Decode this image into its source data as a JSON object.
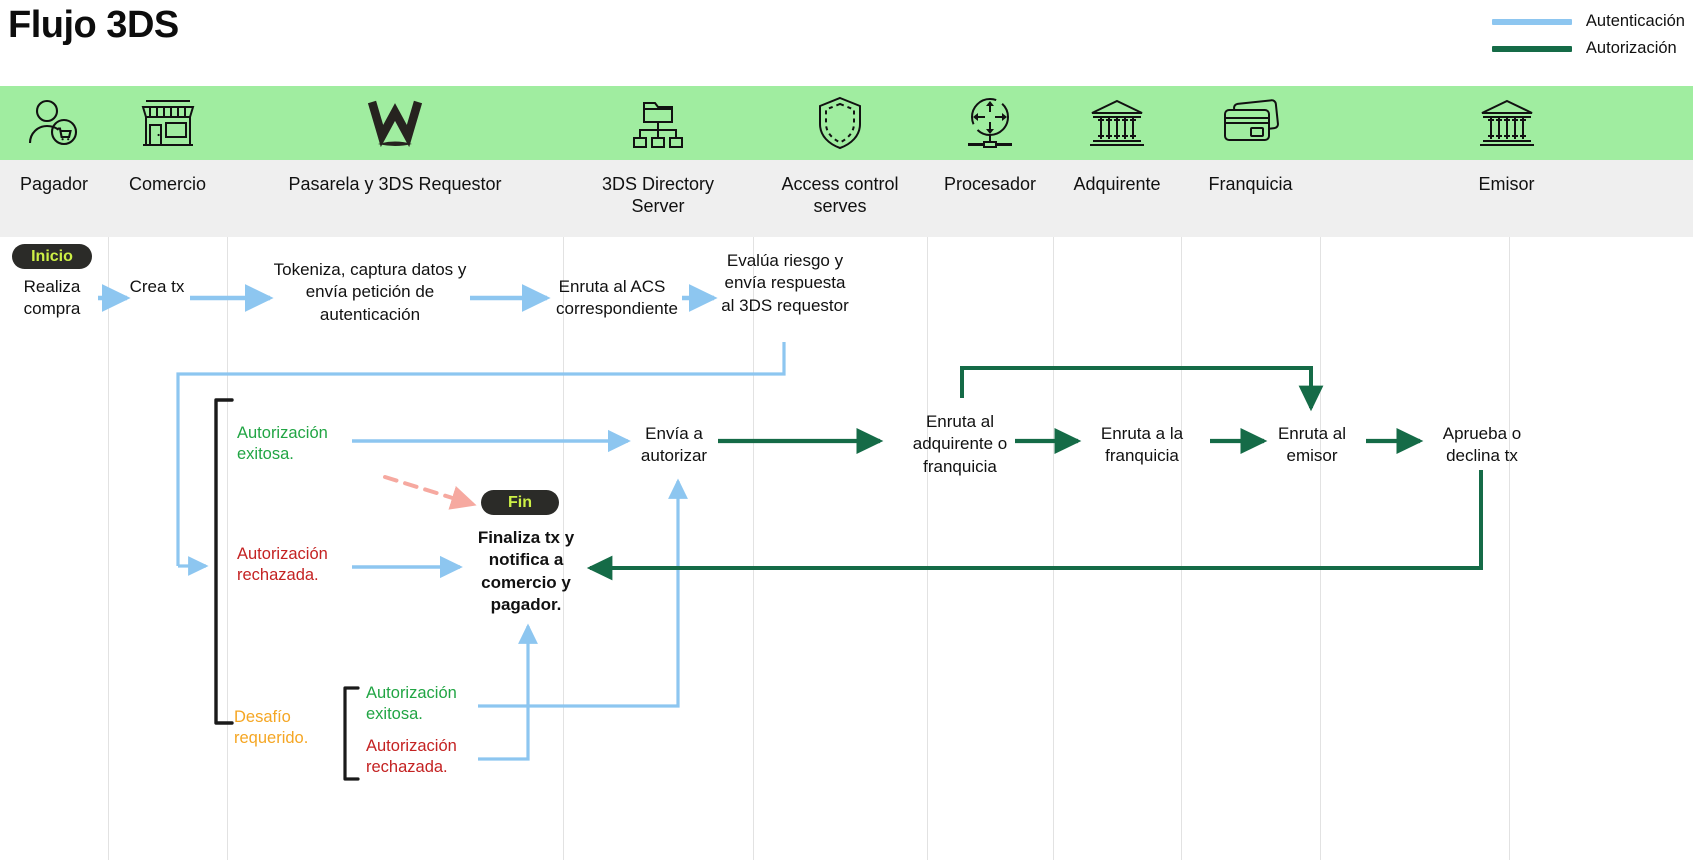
{
  "title": "Flujo 3DS",
  "colors": {
    "authentication": "#8dc6f0",
    "authorization": "#156b47",
    "band": "#a0eda0",
    "label_band": "#efefef",
    "pill_bg": "#2b2b28",
    "pill_text": "#cdf046",
    "green_text": "#21a544",
    "red_text": "#c42222",
    "amber_text": "#f5a623",
    "dashed_red": "#f6a9a0"
  },
  "legend": [
    {
      "label": "Autenticación",
      "color": "#8dc6f0",
      "icon": "line-swatch-icon"
    },
    {
      "label": "Autorización",
      "color": "#156b47",
      "icon": "line-swatch-icon"
    }
  ],
  "columns": [
    {
      "label": "Pagador",
      "icon": "shopper-person-icon"
    },
    {
      "label": "Comercio",
      "icon": "storefront-icon"
    },
    {
      "label": "Pasarela y 3DS Requestor",
      "icon": "wompi-w-icon"
    },
    {
      "label": "3DS Directory Server",
      "icon": "folder-tree-icon"
    },
    {
      "label": "Access control serves",
      "icon": "shield-icon"
    },
    {
      "label": "Procesador",
      "icon": "network-node-icon"
    },
    {
      "label": "Adquirente",
      "icon": "bank-icon"
    },
    {
      "label": "Franquicia",
      "icon": "credit-cards-icon"
    },
    {
      "label": "Emisor",
      "icon": "bank-icon"
    }
  ],
  "badges": {
    "start": "Inicio",
    "end": "Fin"
  },
  "nodes": {
    "realiza_compra": "Realiza compra",
    "crea_tx": "Crea tx",
    "tokeniza": "Tokeniza, captura datos y envía petición de autenticación",
    "enruta_acs": "Enruta al ACS correspondiente",
    "evalua_riesgo": "Evalúa riesgo y envía respuesta al 3DS requestor",
    "envia_autorizar": "Envía a autorizar",
    "enruta_adquirente": "Enruta al adquirente o franquicia",
    "enruta_franquicia": "Enruta a la franquicia",
    "enruta_emisor": "Enruta al emisor",
    "aprueba_declina": "Aprueba o declina tx",
    "finaliza": "Finaliza tx y notifica a comercio y pagador."
  },
  "branches": {
    "auth_ok_top": "Autorización exitosa.",
    "auth_rejected_top": "Autorización rechazada.",
    "challenge_required": "Desafío requerido.",
    "auth_ok_bottom": "Autorización exitosa.",
    "auth_rejected_bottom": "Autorización rechazada."
  }
}
